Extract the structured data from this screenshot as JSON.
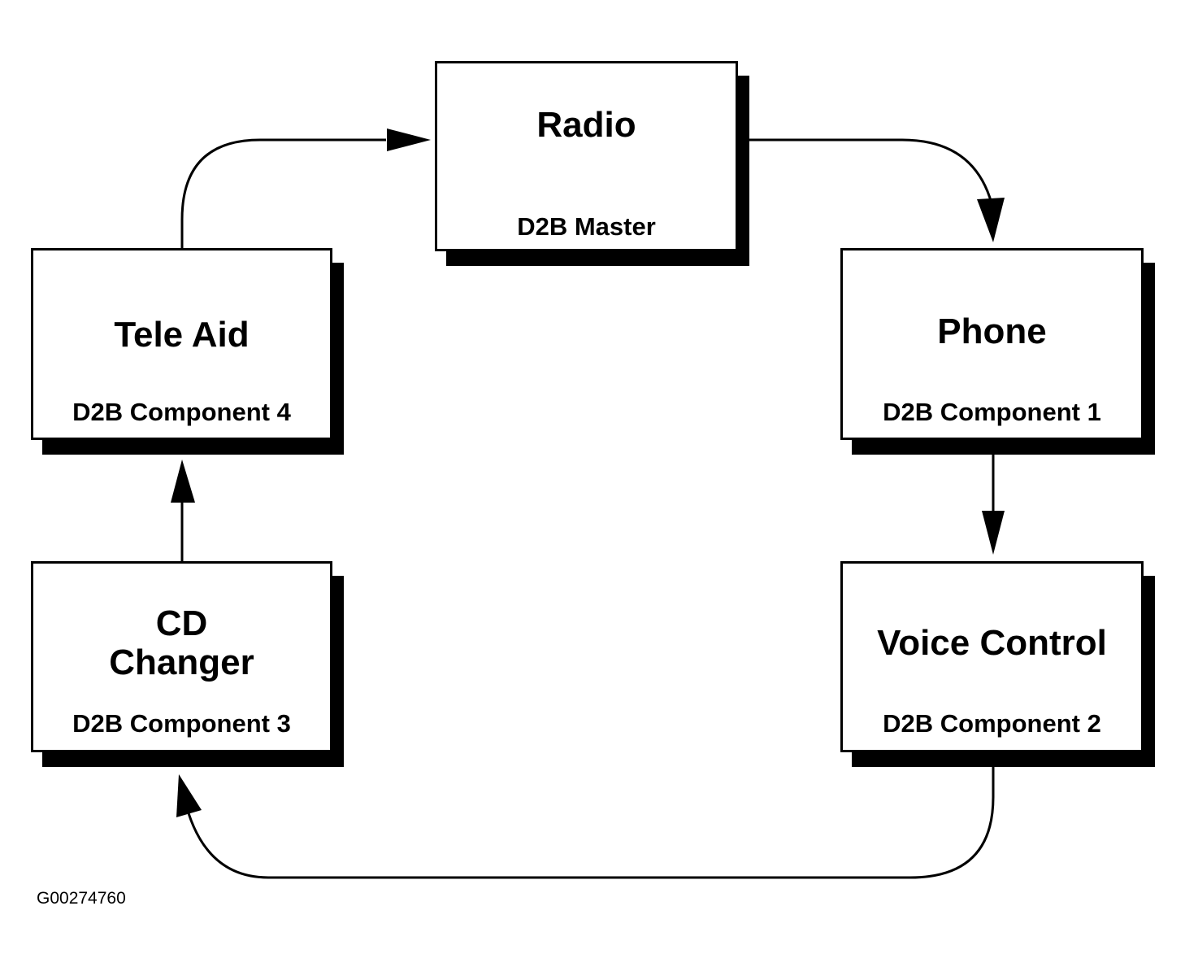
{
  "figure_code": "G00274760",
  "nodes": {
    "radio": {
      "title": "Radio",
      "subtitle": "D2B Master"
    },
    "phone": {
      "title": "Phone",
      "subtitle": "D2B Component 1"
    },
    "voice_control": {
      "title": "Voice Control",
      "subtitle": "D2B Component 2"
    },
    "cd_changer": {
      "title_line1": "CD",
      "title_line2": "Changer",
      "subtitle": "D2B Component 3"
    },
    "tele_aid": {
      "title": "Tele Aid",
      "subtitle": "D2B Component 4"
    }
  },
  "edges": [
    {
      "from": "Radio",
      "to": "Phone"
    },
    {
      "from": "Phone",
      "to": "Voice Control"
    },
    {
      "from": "Voice Control",
      "to": "CD Changer"
    },
    {
      "from": "CD Changer",
      "to": "Tele Aid"
    },
    {
      "from": "Tele Aid",
      "to": "Radio"
    }
  ],
  "colors": {
    "line": "#000000",
    "background": "#ffffff"
  }
}
